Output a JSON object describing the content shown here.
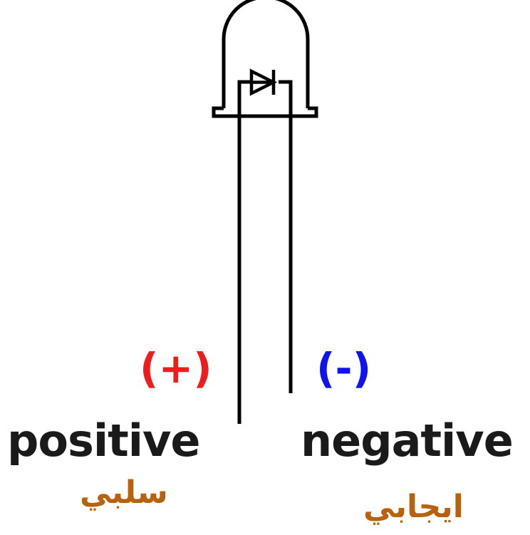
{
  "led": {
    "anode": {
      "sign": "(+)",
      "label": "positive",
      "arabic_label": "سلبي",
      "sign_color": "#ee1c1c"
    },
    "cathode": {
      "sign": "(-)",
      "label": "negative",
      "arabic_label": "ايجابي",
      "sign_color": "#1212f0"
    },
    "arabic_color": "#b8620f",
    "label_color": "#1a1a1a",
    "outline_color": "#000000",
    "symbol": "diode-icon"
  },
  "corner_mark": "'"
}
